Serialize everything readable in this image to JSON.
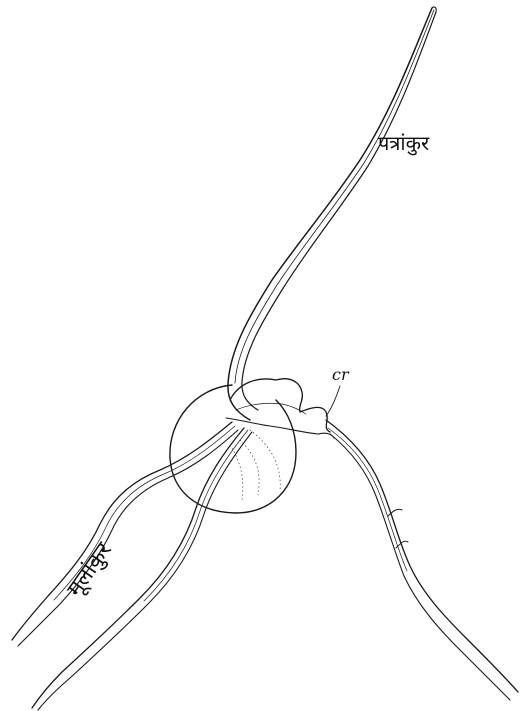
{
  "figure": {
    "labels": {
      "plumule": "पत्रांकुर",
      "radicle": "मूलांकुर",
      "marker": "cr"
    }
  }
}
